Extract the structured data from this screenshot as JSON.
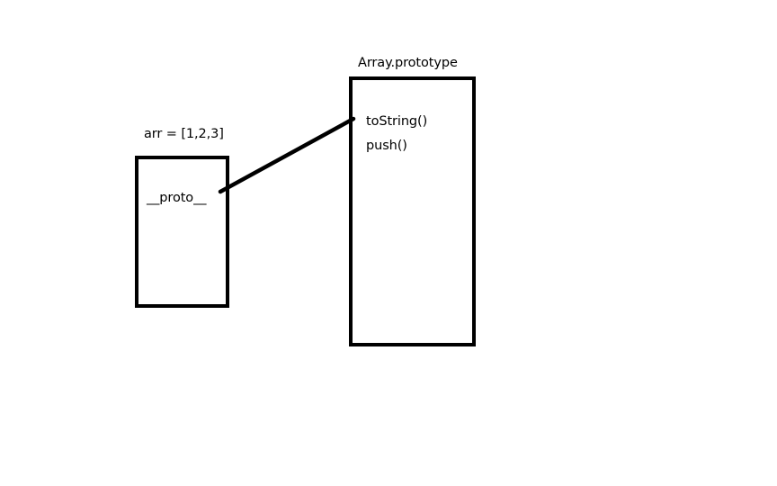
{
  "arr_object": {
    "label": "arr = [1,2,3]",
    "fields": [
      "__proto__"
    ]
  },
  "prototype_object": {
    "label": "Array.prototype",
    "methods": [
      "toString()",
      "push()"
    ]
  },
  "colors": {
    "stroke": "#000000",
    "background": "#ffffff"
  }
}
